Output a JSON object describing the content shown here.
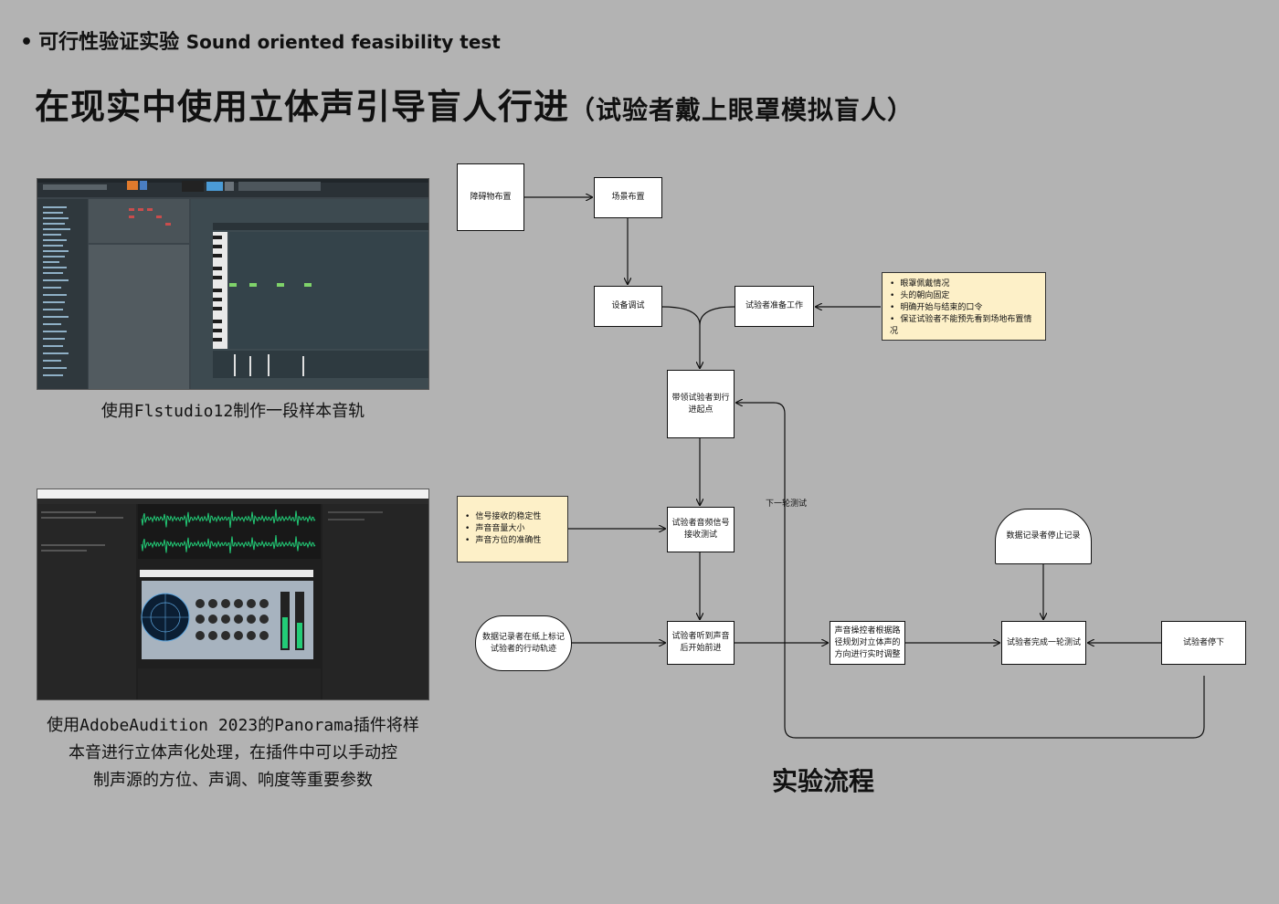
{
  "header": {
    "bullet": "•",
    "subtitle_cn": "可行性验证实验",
    "subtitle_en": "Sound oriented feasibility test",
    "headline": "在现实中使用立体声引导盲人行进",
    "headline_paren": "（试验者戴上眼罩模拟盲人）"
  },
  "left": {
    "caption1": "使用Flstudio12制作一段样本音轨",
    "caption2_lines": [
      "使用AdobeAudition 2023的Panorama插件将样",
      "本音进行立体声化处理，在插件中可以手动控",
      "制声源的方位、声调、响度等重要参数"
    ]
  },
  "flow": {
    "title": "实验流程",
    "loop_label": "下一轮测试",
    "nodes": {
      "obstacle": "障碍物布置",
      "scene": "场景布置",
      "device": "设备调试",
      "prep": "试验者准备工作",
      "lead": "带领试验者到行进起点",
      "audio_test": "试验者音频信号接收测试",
      "recorder_track": "数据记录者在纸上标记试验者的行动轨迹",
      "hear_start": "试验者听到声音后开始前进",
      "operator": "声音操控者根据路径规划对立体声的方向进行实时调整",
      "recorder_stop": "数据记录者停止记录",
      "round_done": "试验者完成一轮测试",
      "stop": "试验者停下"
    },
    "prep_notes": [
      "眼罩佩戴情况",
      "头的朝向固定",
      "明确开始与结束的口令",
      "保证试验者不能预先看到场地布置情况"
    ],
    "test_notes": [
      "信号接收的稳定性",
      "声音音量大小",
      "声音方位的准确性"
    ]
  },
  "colors": {
    "background": "#b3b3b3",
    "note_fill": "#fdf0c8",
    "node_fill": "#ffffff",
    "waveform": "#22cc77",
    "fl_green": "#7fd36a"
  }
}
